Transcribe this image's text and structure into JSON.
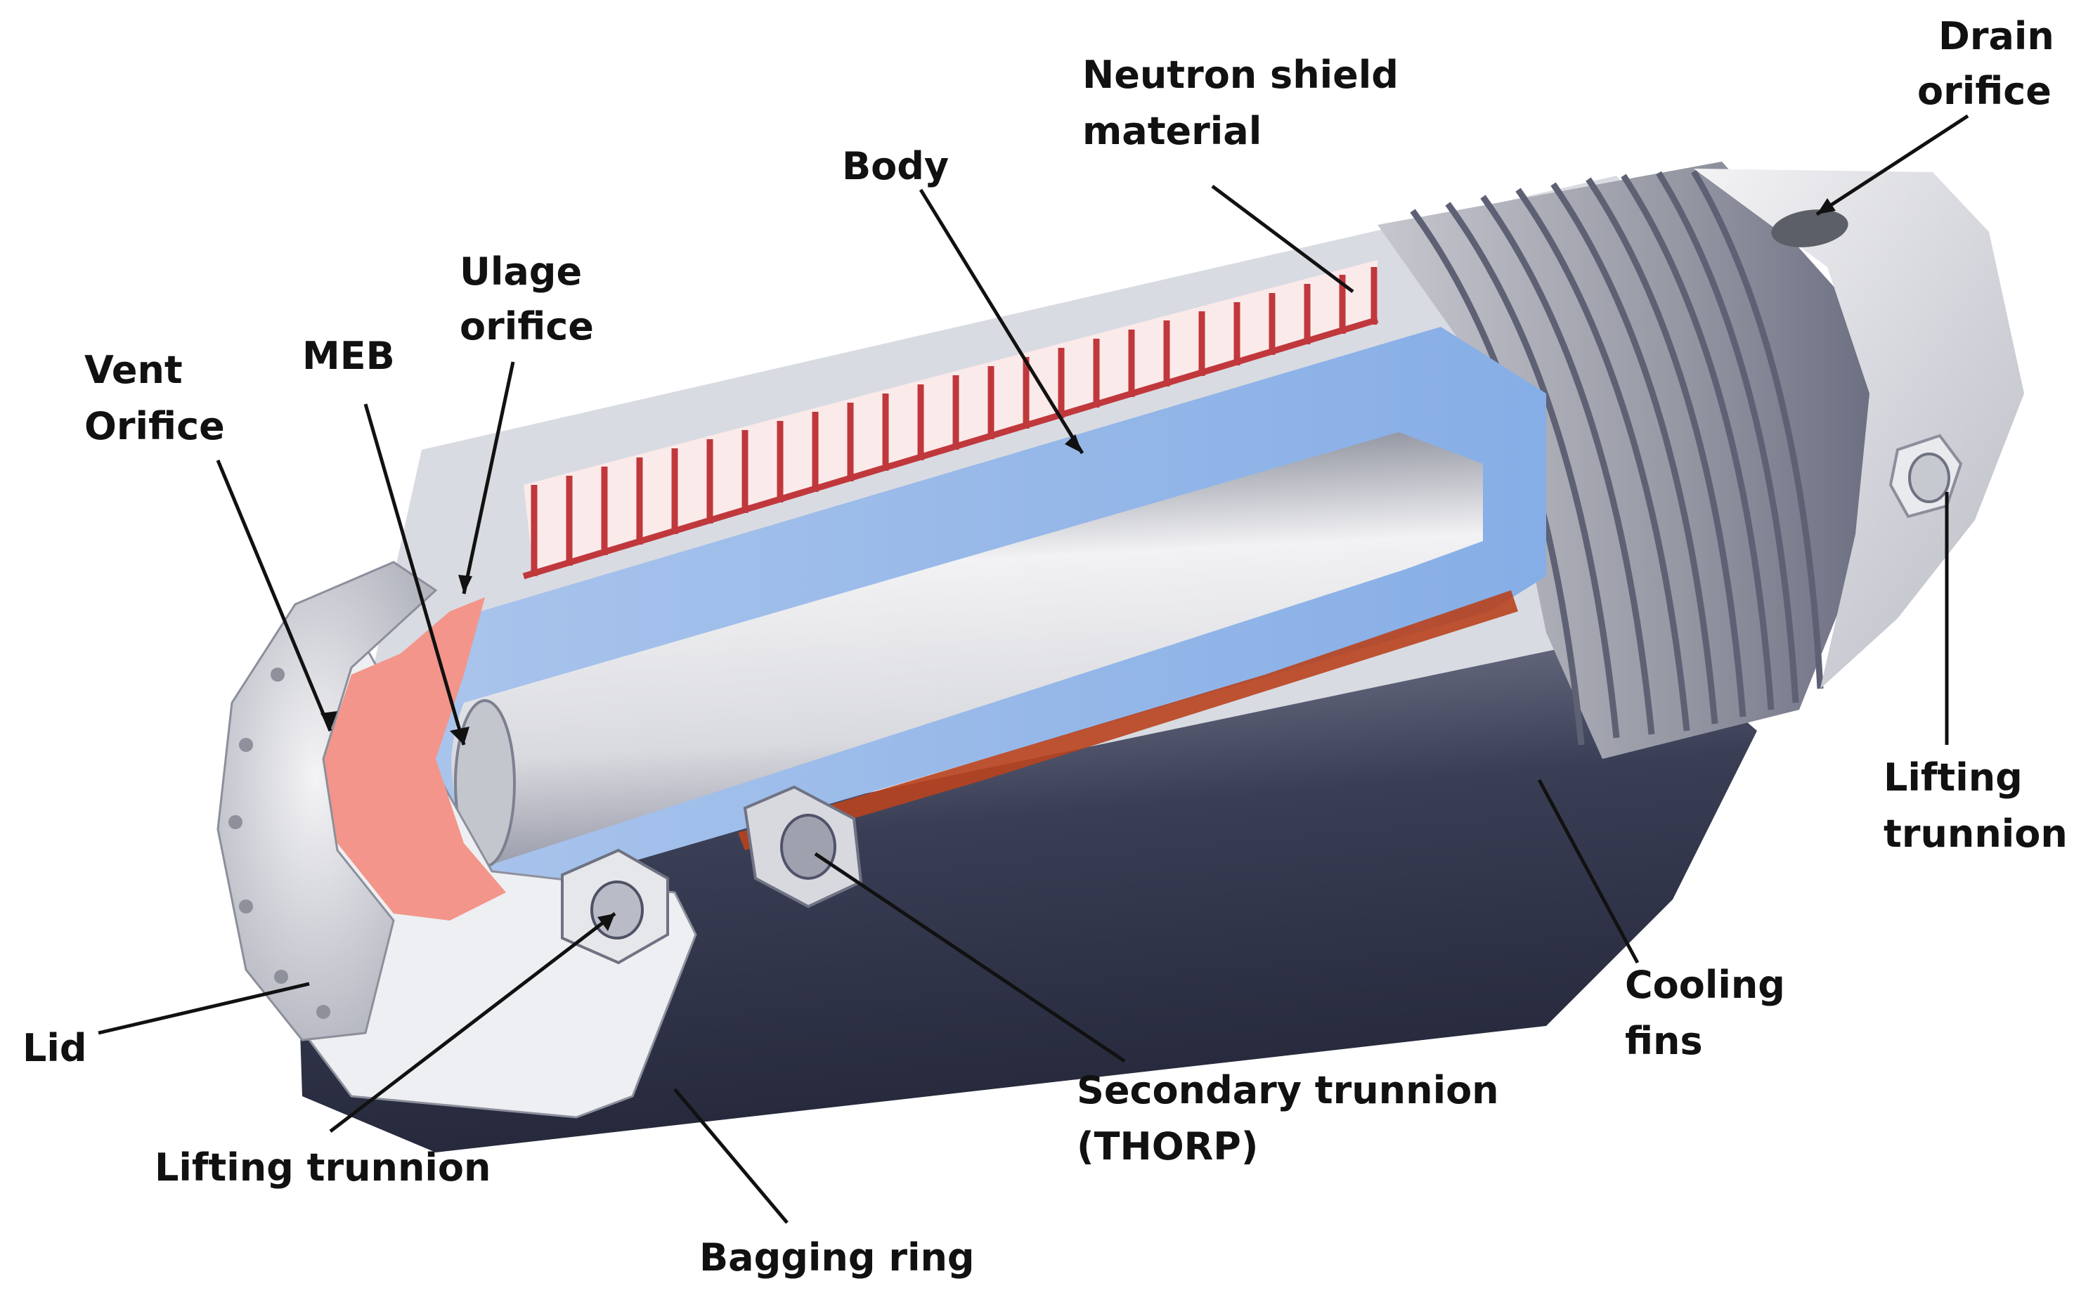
{
  "labels": {
    "drain_orifice": [
      "Drain",
      "orifice"
    ],
    "neutron_shield_material": [
      "Neutron shield",
      "material"
    ],
    "body": [
      "Body"
    ],
    "ulage_orifice": [
      "Ulage",
      "orifice"
    ],
    "meb": [
      "MEB"
    ],
    "vent_orifice": [
      "Vent",
      "Orifice"
    ],
    "lifting_trunnion_right": [
      "Lifting",
      "trunnion"
    ],
    "cooling_fins": [
      "Cooling",
      "fins"
    ],
    "secondary_trunnion": [
      "Secondary trunnion",
      "(THORP)"
    ],
    "lid": [
      "Lid"
    ],
    "lifting_trunnion_left": [
      "Lifting trunnion"
    ],
    "bagging_ring": [
      "Bagging ring"
    ]
  },
  "colors": {
    "shell_dark": "#2d3146",
    "shell_mid": "#6b6f86",
    "shell_light": "#e4e5ea",
    "cavity_blue": "#8fb3e6",
    "shield_red": "#c0383c",
    "meb_pink": "#f3958a",
    "rust": "#b8431e",
    "fins_grey": "#a7a9b2"
  }
}
